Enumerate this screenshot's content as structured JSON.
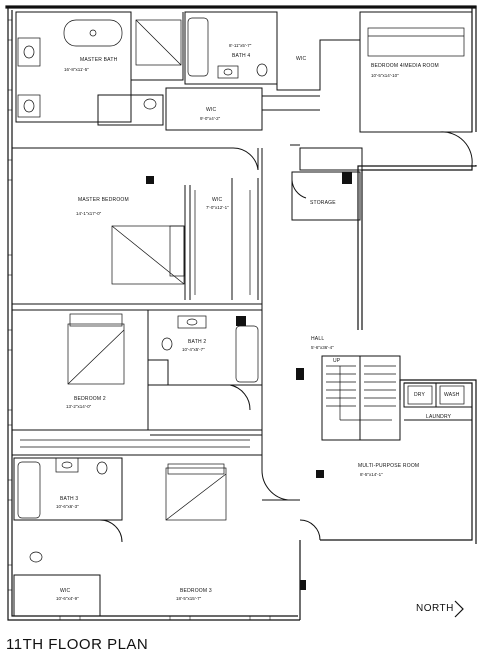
{
  "plan": {
    "title": "11TH FLOOR PLAN",
    "north_label": "NORTH"
  },
  "rooms": {
    "master_bath": {
      "name": "MASTER BATH",
      "dims": "16'-8\"x11'-5\""
    },
    "bath4": {
      "name": "BATH 4",
      "dims": "8'-11\"x5'-7\""
    },
    "wic_top": {
      "name": "WIC"
    },
    "bedroom4": {
      "name": "BEDROOM 4/MEDIA ROOM",
      "dims": "10'-5\"x14'-10\""
    },
    "wic_mid": {
      "name": "WIC",
      "dims": "9'-0\"x4'-2\""
    },
    "master_bedroom": {
      "name": "MASTER BEDROOM",
      "dims": "14'-1\"x17'-0\""
    },
    "wic_tall": {
      "name": "WIC",
      "dims": "7'-0\"x12'-1\""
    },
    "storage": {
      "name": "STORAGE"
    },
    "hall": {
      "name": "HALL",
      "dims": "5'-6\"x36'-4\""
    },
    "bath2": {
      "name": "BATH 2",
      "dims": "10'-4\"x5'-7\""
    },
    "bedroom2": {
      "name": "BEDROOM 2",
      "dims": "13'-2\"x14'-0\""
    },
    "stair_up": {
      "name": "UP"
    },
    "dry": {
      "name": "DRY"
    },
    "wash": {
      "name": "WASH"
    },
    "laundry": {
      "name": "LAUNDRY"
    },
    "multipurpose": {
      "name": "MULTI-PURPOSE ROOM",
      "dims": "8'-5\"x14'-1\""
    },
    "bath3": {
      "name": "BATH 3",
      "dims": "10'-6\"x6'-3\""
    },
    "wic_bottom": {
      "name": "WIC",
      "dims": "10'-6\"x4'-9\""
    },
    "bedroom3": {
      "name": "BEDROOM 3",
      "dims": "18'-5\"x15'-7\""
    }
  }
}
